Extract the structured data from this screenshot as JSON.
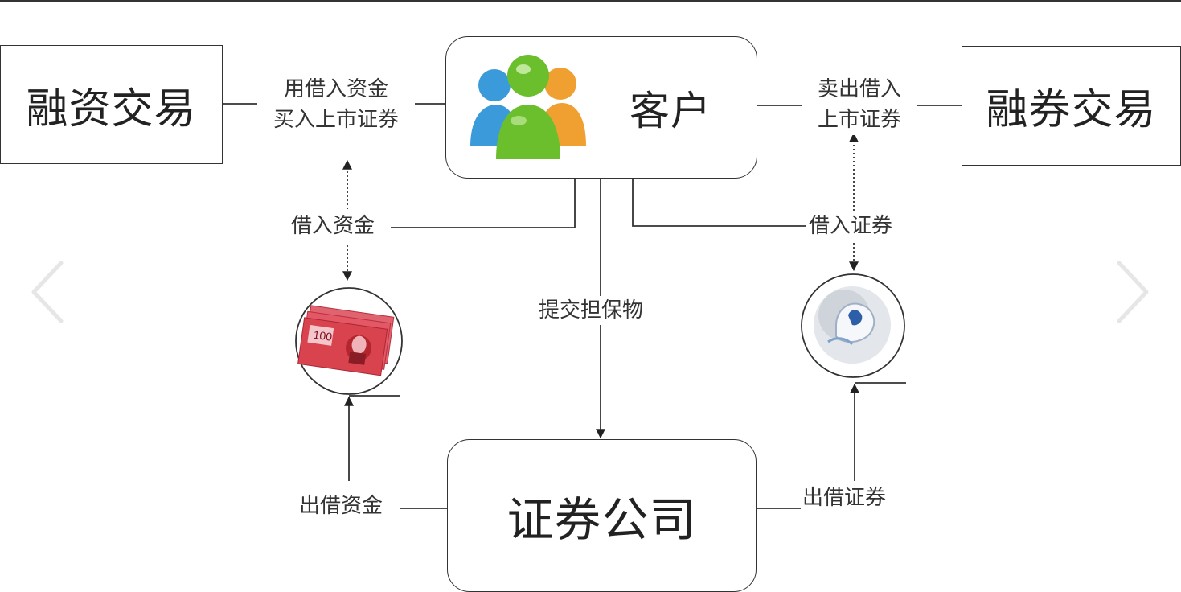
{
  "nodes": {
    "financing": "融资交易",
    "short_selling": "融券交易",
    "client": "客户",
    "broker": "证券公司"
  },
  "edge_labels": {
    "buy_with_borrowed_funds": [
      "用借入资金",
      "买入上市证券"
    ],
    "sell_borrowed_securities": [
      "卖出借入",
      "上市证券"
    ],
    "borrow_funds": "借入资金",
    "borrow_securities": "借入证券",
    "submit_collateral": "提交担保物",
    "lend_funds": "出借资金",
    "lend_securities": "出借证券"
  },
  "icons": {
    "client": "people-group-icon",
    "funds": "banknotes-icon",
    "securities": "stock-certificate-icon",
    "prev": "chevron-left-icon",
    "next": "chevron-right-icon"
  },
  "colors": {
    "line": "#333333",
    "people_blue": "#3b9ad9",
    "people_green": "#6cbf2c",
    "people_orange": "#f0a030",
    "banknote_red": "#d8434d",
    "nav_arrow": "#e6e6e6"
  }
}
